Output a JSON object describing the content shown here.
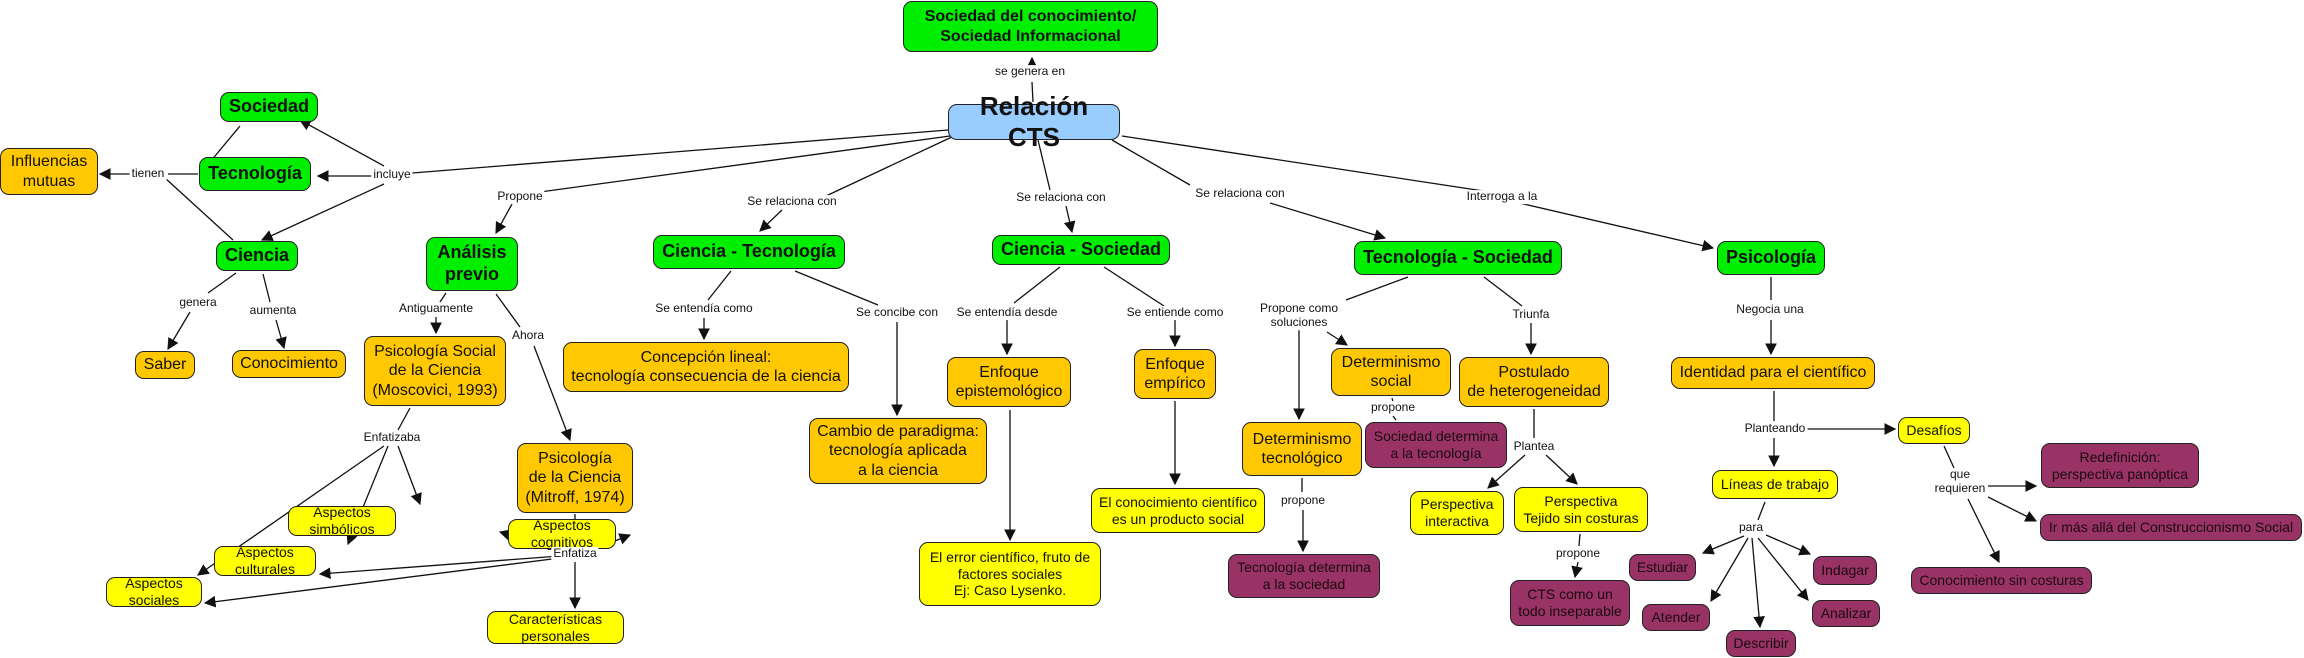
{
  "title": "Relación CTS",
  "colors": {
    "root": "#99ccff",
    "primary": "#00ee00",
    "secondary": "#ffc800",
    "tertiary": "#ffff00",
    "quaternary": "#993366",
    "line": "#111111"
  },
  "nodes": {
    "root": "Relación CTS",
    "sociedad_conocimiento": "Sociedad del conocimiento/\nSociedad Informacional",
    "sociedad": "Sociedad",
    "tecnologia": "Tecnología",
    "ciencia": "Ciencia",
    "influencias": "Influencias\nmutuas",
    "saber": "Saber",
    "conocimiento": "Conocimiento",
    "analisis": "Análisis\nprevio",
    "psico_social": "Psicología Social\nde la Ciencia\n(Moscovici, 1993)",
    "psico_ciencia": "Psicología\nde la Ciencia\n(Mitroff, 1974)",
    "asp_simbolicos": "Aspectos simbólicos",
    "asp_culturales": "Aspectos culturales",
    "asp_sociales": "Aspectos sociales",
    "asp_cognitivos": "Aspectos cognitivos",
    "caract_personales": "Características personales",
    "ciencia_tecnologia": "Ciencia - Tecnología",
    "concepcion_lineal": "Concepción lineal:\ntecnología consecuencia de la ciencia",
    "cambio_paradigma": "Cambio de paradigma:\ntecnología aplicada\na la ciencia",
    "ciencia_sociedad": "Ciencia - Sociedad",
    "enfoque_epist": "Enfoque\nepistemológico",
    "enfoque_empirico": "Enfoque\nempírico",
    "error_cientifico": "El error científico, fruto de\nfactores sociales\nEj: Caso Lysenko.",
    "conocimiento_social": "El conocimiento científico\nes un producto social",
    "tecnologia_sociedad": "Tecnología - Sociedad",
    "det_social": "Determinismo\nsocial",
    "det_tecnologico": "Determinismo\ntecnológico",
    "sociedad_determina": "Sociedad determina\na la tecnología",
    "tecnologia_determina": "Tecnología determina\na la sociedad",
    "postulado": "Postulado\nde heterogeneidad",
    "persp_interactiva": "Perspectiva\ninteractiva",
    "persp_tejido": "Perspectiva\nTejido sin costuras",
    "cts_inseparable": "CTS como un\ntodo inseparable",
    "psicologia": "Psicología",
    "identidad": "Identidad para el científico",
    "desafios": "Desafíos",
    "lineas": "Líneas de trabajo",
    "estudiar": "Estudiar",
    "atender": "Atender",
    "describir": "Describir",
    "analizar": "Analizar",
    "indagar": "Indagar",
    "redefinicion": "Redefinición:\nperspectiva panóptica",
    "ir_mas_alla": "Ir más allá del Construccionismo Social",
    "conoc_sin_costuras": "Conocimiento sin costuras"
  },
  "link_labels": {
    "se_genera_en": "se genera en",
    "incluye": "incluye",
    "tienen": "tienen",
    "genera": "genera",
    "aumenta": "aumenta",
    "propone_analisis": "Propone",
    "antiguamente": "Antiguamente",
    "ahora": "Ahora",
    "enfatizaba": "Enfatizaba",
    "enfatiza": "Enfatiza",
    "se_relaciona_ct": "Se relaciona con",
    "se_entendia_como": "Se entendía como",
    "se_concibe_con": "Se concibe con",
    "se_relaciona_cs": "Se relaciona con",
    "se_entendia_desde": "Se entendía desde",
    "se_entiende_como": "Se entiende como",
    "se_relaciona_ts": "Se relaciona con",
    "propone_como": "Propone como\nsoluciones",
    "propone_det_social": "propone",
    "propone_det_tec": "propone",
    "triunfa": "Triunfa",
    "plantea": "Plantea",
    "propone_tejido": "propone",
    "interroga": "Interroga a la",
    "negocia": "Negocia una",
    "planteando": "Planteando",
    "para": "para",
    "que_requieren": "que\nrequieren"
  }
}
